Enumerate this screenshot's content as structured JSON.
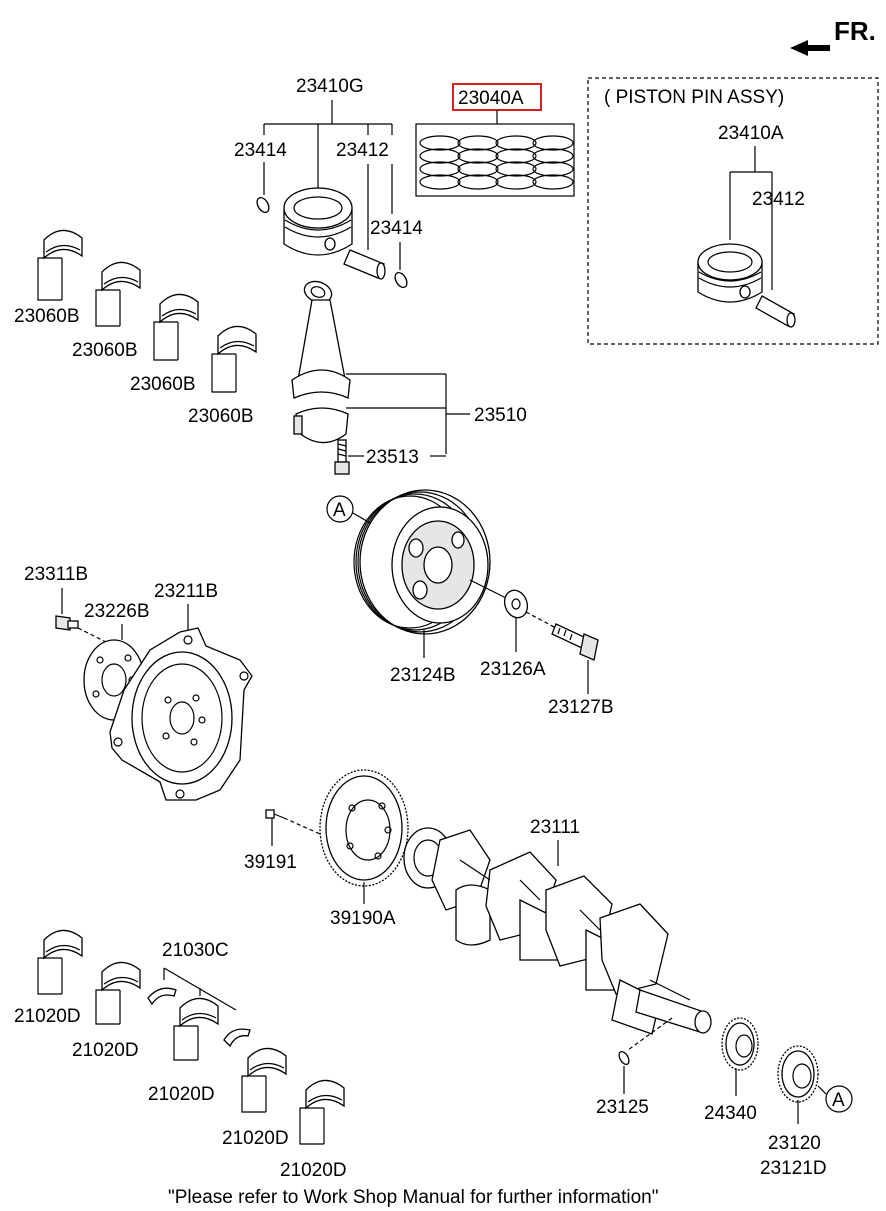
{
  "header": {
    "direction_label": "FR."
  },
  "piston_pin_assy": {
    "title": "( PISTON  PIN ASSY)",
    "assy_part": "23410A",
    "pin_part": "23412"
  },
  "piston_group": {
    "assy": "23410G",
    "snap_ring_left": "23414",
    "pin": "23412",
    "snap_ring_right": "23414"
  },
  "ring_set": {
    "part": "23040A",
    "highlight_color": "#d32020"
  },
  "rod_bearings_upper": [
    "23060B",
    "23060B",
    "23060B",
    "23060B"
  ],
  "connecting_rod": {
    "assy": "23510",
    "bolt": "23513"
  },
  "pulley": {
    "ref_marker": "A",
    "pulley": "23124B",
    "washer": "23126A",
    "bolt": "23127B"
  },
  "drive_plate": {
    "bolt": "23311B",
    "adapter": "23226B",
    "plate": "23211B"
  },
  "ring_gear": {
    "bolt": "39191",
    "gear": "39190A"
  },
  "crankshaft": {
    "part": "23111",
    "key": "23125",
    "sprocket": "24340",
    "gear_a": "23120",
    "gear_b": "23121D",
    "ref_marker": "A"
  },
  "main_bearings": {
    "thrust_washer": "21030C",
    "bearings": [
      "21020D",
      "21020D",
      "21020D",
      "21020D",
      "21020D"
    ]
  },
  "footer": {
    "note": "\"Please refer to Work Shop Manual for further information\""
  }
}
